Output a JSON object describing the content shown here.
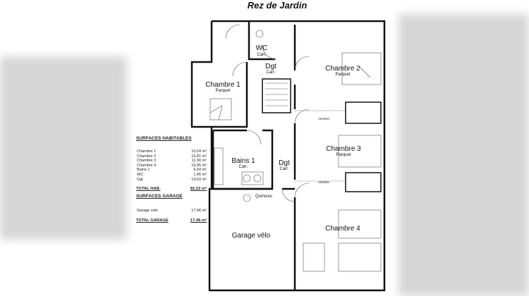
{
  "title": "Rez de Jardin",
  "rooms": {
    "wc": {
      "name": "WC",
      "floor": "Carr."
    },
    "dgt1": {
      "name": "Dgt",
      "floor": "Carr."
    },
    "chambre1": {
      "name": "Chambre 1",
      "floor": "Parquet"
    },
    "chambre2": {
      "name": "Chambre 2",
      "floor": "Parquet"
    },
    "chambre3": {
      "name": "Chambre 3",
      "floor": "Parquet"
    },
    "chambre4": {
      "name": "Chambre 4"
    },
    "bains1": {
      "name": "Bains 1",
      "floor": "Carr."
    },
    "dgt2": {
      "name": "Dgt",
      "floor": "Carr."
    },
    "garage": {
      "name": "Garage vélo"
    },
    "qumulus": "Qumulus",
    "verriere": "Verrière"
  },
  "surfaces": {
    "habitables_title": "SURFACES HABITABLES",
    "rows": [
      {
        "room": "Chambre 1",
        "area": "10,54 m²"
      },
      {
        "room": "Chambre 2",
        "area": "16,81 m²"
      },
      {
        "room": "Chambre 3",
        "area": "11,90 m²"
      },
      {
        "room": "Chambre 4",
        "area": "19,95 m²"
      },
      {
        "room": "Bains 1",
        "area": "6,94 m²"
      },
      {
        "room": "WC",
        "area": "1,45 m²"
      },
      {
        "room": "Dgt",
        "area": "14,63 m²"
      }
    ],
    "total_hab_label": "TOTAL HAB.",
    "total_hab": "82,22 m²",
    "garage_title": "SURFACES GARAGE",
    "garage_rows": [
      {
        "room": "Garage vélo",
        "area": "17,46 m²"
      }
    ],
    "total_garage_label": "TOTAL GARAGE",
    "total_garage": "17,46 m²"
  }
}
